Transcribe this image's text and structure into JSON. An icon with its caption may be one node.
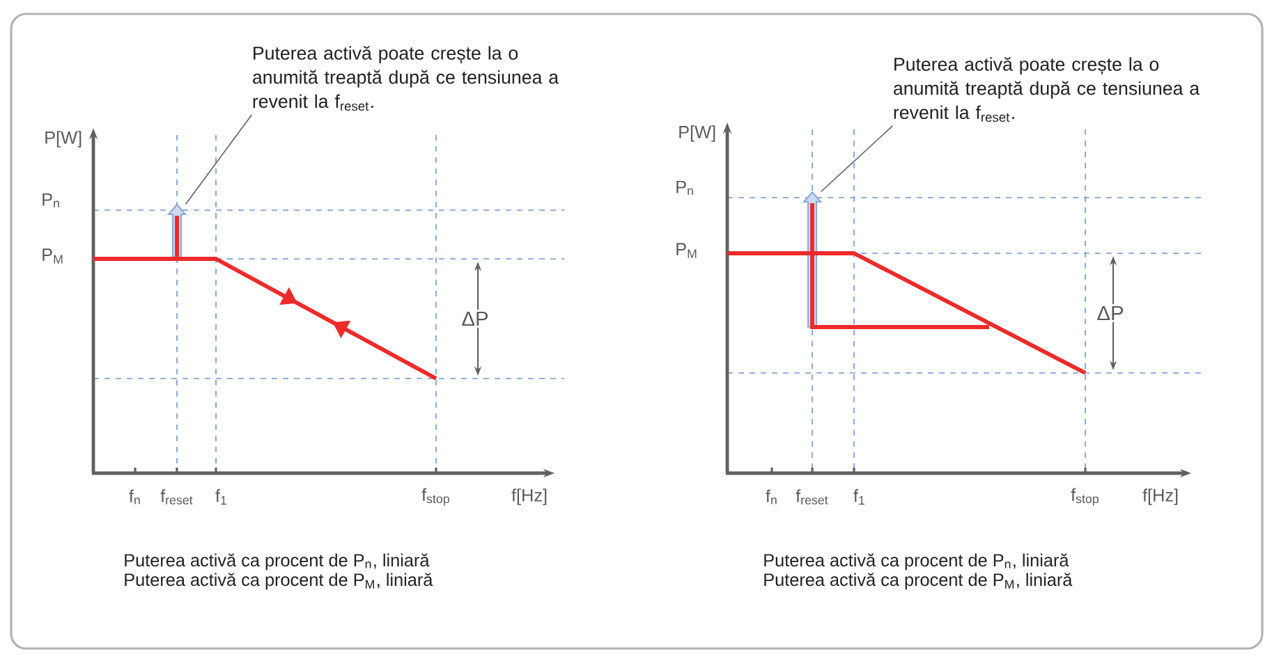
{
  "diagram": {
    "nodes": [
      {
        "text": [
          "Puterea activă poate crește la o anumită treaptă după ce tensiunea a revenit la f$_{reset}$."
        ]
      },
      {
        "text": [],
        "shape": "arrow"
      },
      {
        "text": [
          "Puterea activă poate crește la o anumită treaptă după ce tensiunea a revenit la f$_{reset}$."
        ]
      },
      {
        "text": [],
        "shape": "arrow"
      }
    ],
    "edges": [
      {
        "from": 0,
        "to": 1,
        "arrow": "none"
      },
      {
        "from": 2,
        "to": 3,
        "arrow": "none"
      }
    ],
    "labels": [
      "P[W]",
      "P$_{n}$",
      "P$_{M}$",
      "ΔP",
      "f$_{n}$",
      "f$_{reset}$",
      "f$_{1}$",
      "f$_{stop}$",
      "f[Hz]",
      "Puterea activă ca procent de P$_{n}$, liniară",
      "Puterea activă ca procent de P$_{M}$, liniară",
      "P[W]",
      "P$_{n}$",
      "P$_{M}$",
      "ΔP",
      "f$_{n}$",
      "f$_{reset}$",
      "f$_{1}$",
      "f$_{stop}$",
      "f[Hz]",
      "Puterea activă ca procent de P$_{n}$, liniară",
      "Puterea activă ca procent de P$_{M}$, liniară"
    ]
  }
}
